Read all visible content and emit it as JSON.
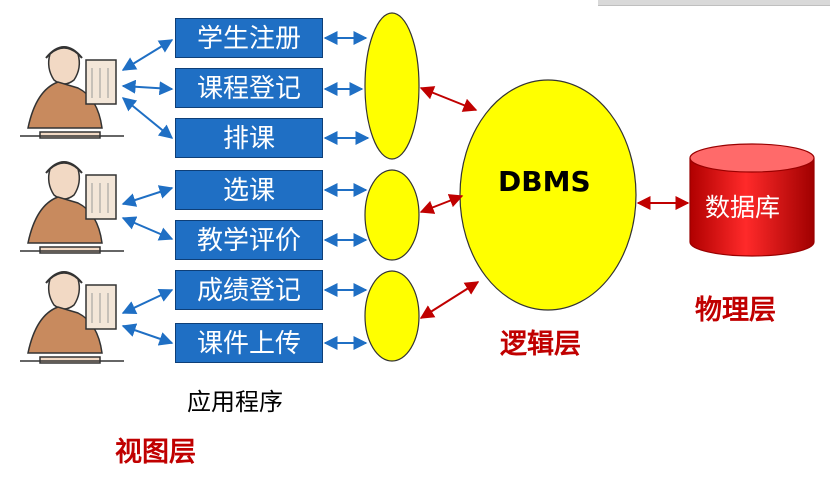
{
  "apps": [
    "学生注册",
    "课程登记",
    "排课",
    "选课",
    "教学评价",
    "成绩登记",
    "课件上传"
  ],
  "apps_caption": "应用程序",
  "dbms_label": "DBMS",
  "db_label": "数据库",
  "layers": {
    "view": "视图层",
    "logic": "逻辑层",
    "physical": "物理层"
  },
  "colors": {
    "app_box": "#1f6fc4",
    "ellipse": "#ffff00",
    "blue_arrow": "#1f6fc4",
    "red_arrow": "#c00000",
    "layer_text": "#c00000",
    "db_fill": "#e00000"
  },
  "icons": [
    "user-at-computer-icon",
    "user-at-computer-icon",
    "user-at-computer-icon"
  ]
}
